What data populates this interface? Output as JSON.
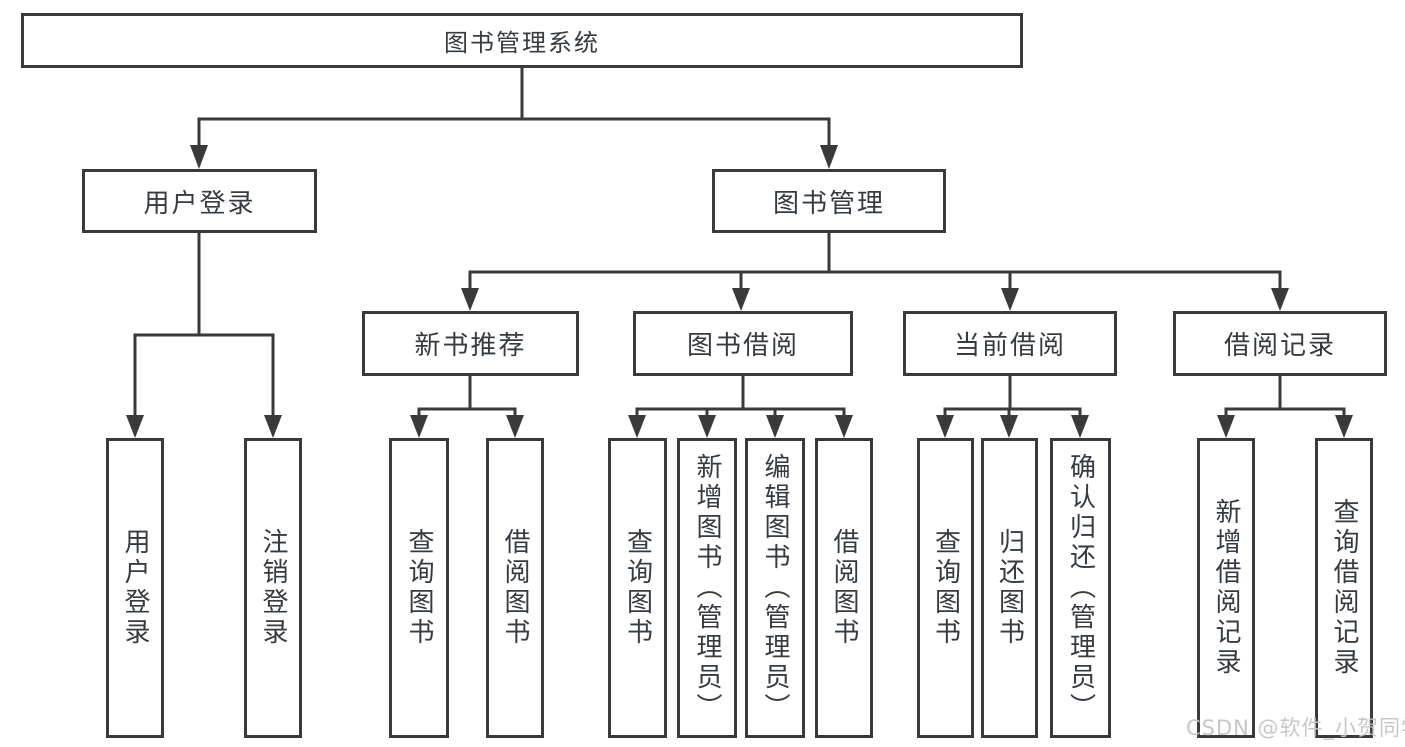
{
  "tree": {
    "label": "图书管理系统",
    "children": [
      {
        "label": "用户登录",
        "children": [
          {
            "label": "用户登录"
          },
          {
            "label": "注销登录"
          }
        ]
      },
      {
        "label": "图书管理",
        "children": [
          {
            "label": "新书推荐",
            "children": [
              {
                "label": "查询图书"
              },
              {
                "label": "借阅图书"
              }
            ]
          },
          {
            "label": "图书借阅",
            "children": [
              {
                "label": "查询图书"
              },
              {
                "label": "新增图书（管理员）"
              },
              {
                "label": "编辑图书（管理员）"
              },
              {
                "label": "借阅图书"
              }
            ]
          },
          {
            "label": "当前借阅",
            "children": [
              {
                "label": "查询图书"
              },
              {
                "label": "归还图书"
              },
              {
                "label": "确认归还（管理员）"
              }
            ]
          },
          {
            "label": "借阅记录",
            "children": [
              {
                "label": "新增借阅记录"
              },
              {
                "label": "查询借阅记录"
              }
            ]
          }
        ]
      }
    ]
  },
  "watermark": {
    "text": "CSDN @软件_小贺同学"
  },
  "colors": {
    "line": "#3a3a3a",
    "text": "#353b41",
    "watermark": "#c4c4c4",
    "background": "#ffffff"
  }
}
